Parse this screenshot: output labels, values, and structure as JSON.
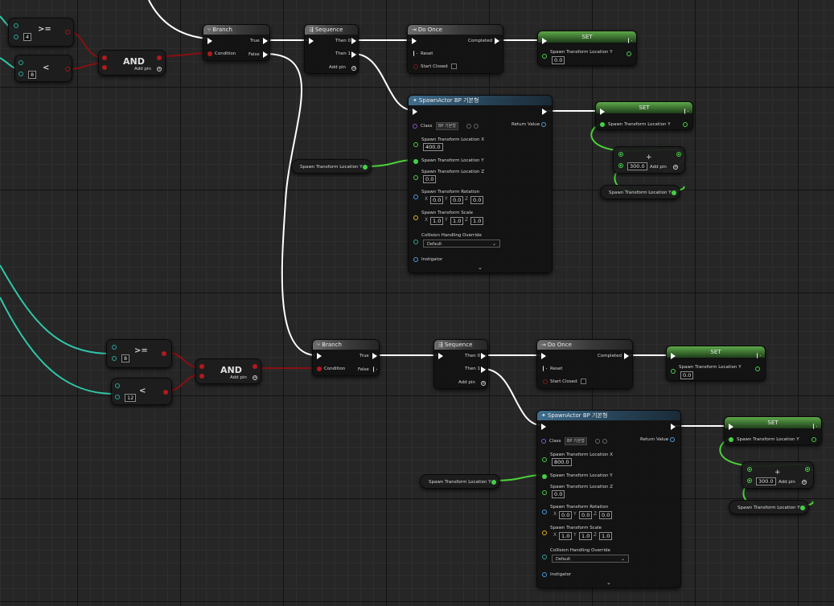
{
  "common": {
    "branch_title": "Branch",
    "sequence_title": "Sequence",
    "do_once_title": "Do Once",
    "set_title": "SET",
    "spawn_title": "SpawnActor BP 기본형",
    "and_label": "AND",
    "add_pin": "Add pin",
    "ge": ">=",
    "lt": "<",
    "condition": "Condition",
    "true": "True",
    "false": "False",
    "then0": "Then 0",
    "then1": "Then 1",
    "completed": "Completed",
    "reset": "Reset",
    "start_closed": "Start Closed",
    "class": "Class",
    "class_value": "BP 기본형",
    "return_value": "Return Value",
    "loc_x": "Spawn Transform Location X",
    "loc_y": "Spawn Transform Location Y",
    "loc_z": "Spawn Transform Location Z",
    "rotation": "Spawn Transform Rotation",
    "scale": "Spawn Transform Scale",
    "collision": "Collision Handling Override",
    "collision_value": "Default",
    "instigator": "Instigator",
    "x": "X",
    "y": "Y",
    "z": "Z",
    "zero": "0.0",
    "one": "1.0",
    "add_value": "300.0",
    "getter": "Spawn Transform Location Y"
  },
  "upper": {
    "ge_value": "4",
    "lt_value": "8",
    "loc_x_value": "400.0",
    "set_value": "0.0"
  },
  "lower": {
    "ge_value": "8",
    "lt_value": "12",
    "loc_x_value": "800.0",
    "set_value": "0.0"
  },
  "colors": {
    "exec_wire": "#ffffff",
    "bool_wire": "#8a0f12",
    "float_wire": "#4ad238",
    "int_wire": "#2fc7a8"
  }
}
